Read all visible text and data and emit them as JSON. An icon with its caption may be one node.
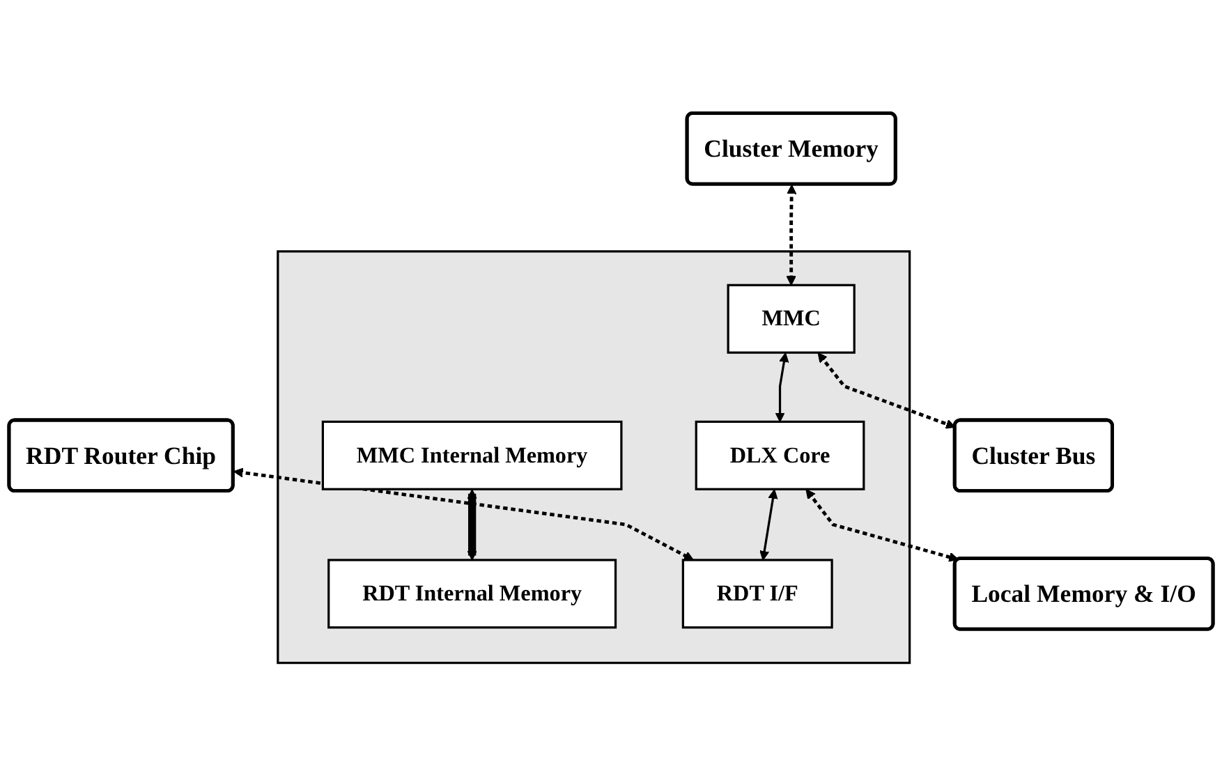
{
  "diagram": {
    "nodes": [
      {
        "text": [
          "Cluster Memory"
        ]
      },
      {
        "text": [
          "RDT Router Chip"
        ]
      },
      {
        "text": [],
        "shape": "box"
      },
      {
        "text": [
          "MMC"
        ],
        "in": 2
      },
      {
        "text": [
          "DLX Core"
        ],
        "in": 2
      },
      {
        "text": [
          "RDT I/F"
        ],
        "in": 2
      },
      {
        "text": [
          "MMC Internal Memory"
        ],
        "in": 2
      },
      {
        "text": [
          "RDT Internal Memory"
        ],
        "in": 2
      },
      {
        "text": [
          "Cluster Bus"
        ]
      },
      {
        "text": [
          "Local Memory & I/O"
        ]
      }
    ],
    "edges": [
      {
        "from": 0,
        "to": 3,
        "arrow": "both",
        "style": "dashed"
      },
      {
        "from": 1,
        "to": 5,
        "arrow": "both",
        "style": "dashed"
      },
      {
        "from": 3,
        "to": 4,
        "arrow": "both"
      },
      {
        "from": 4,
        "to": 5,
        "arrow": "both"
      },
      {
        "from": 6,
        "to": 7,
        "arrow": "both",
        "style": "thick"
      },
      {
        "from": 3,
        "to": 8,
        "arrow": "both",
        "style": "dashed"
      },
      {
        "from": 4,
        "to": 9,
        "arrow": "both",
        "style": "dashed"
      }
    ]
  }
}
